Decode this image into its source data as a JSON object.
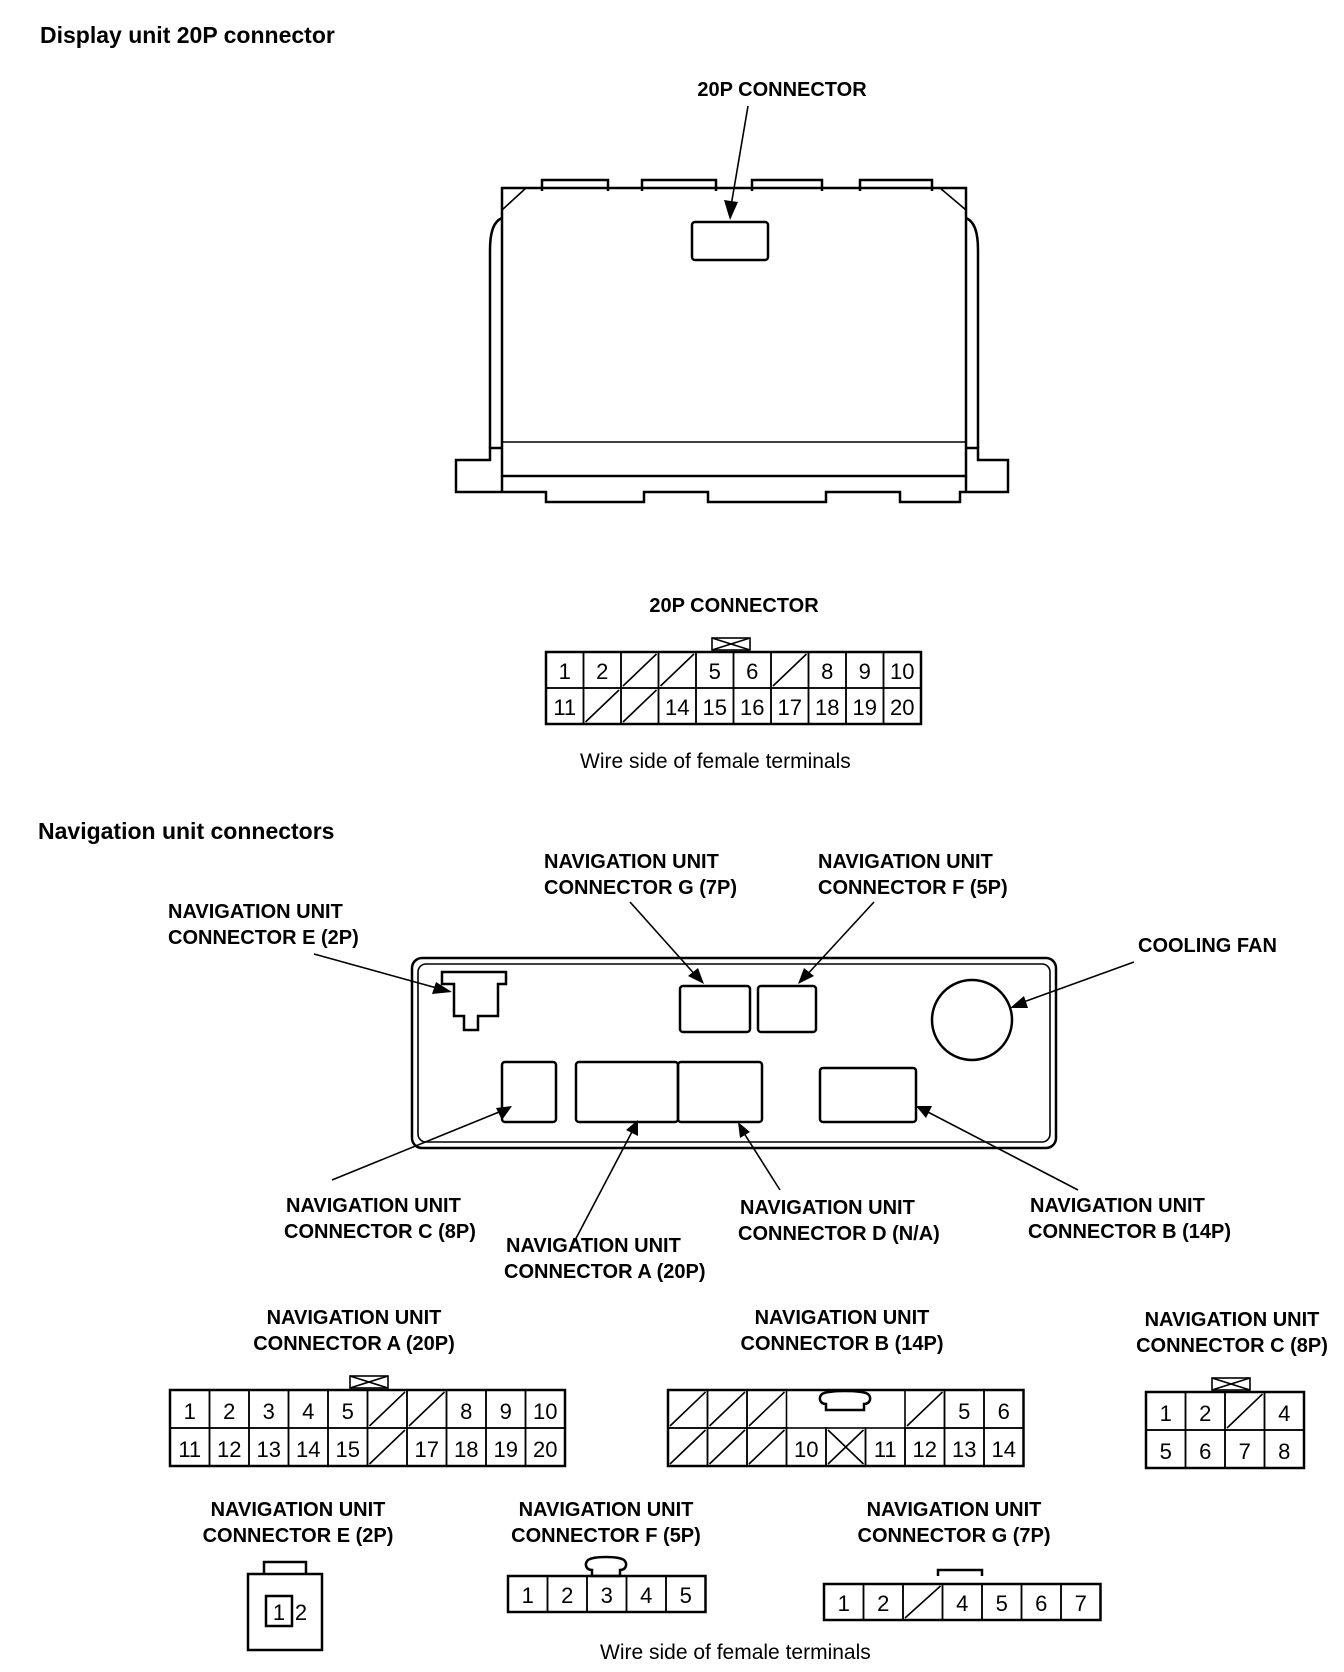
{
  "sections": {
    "display_title": "Display unit 20P connector",
    "nav_title": "Navigation unit connectors"
  },
  "display": {
    "callout_label": "20P CONNECTOR",
    "face_label": "20P CONNECTOR",
    "caption": "Wire side of female terminals",
    "rows": [
      [
        "1",
        "2",
        "/",
        "/",
        "5",
        "6",
        "/",
        "8",
        "9",
        "10"
      ],
      [
        "11",
        "/",
        "/",
        "14",
        "15",
        "16",
        "17",
        "18",
        "19",
        "20"
      ]
    ]
  },
  "nav_unit": {
    "callouts": {
      "e": [
        "NAVIGATION UNIT",
        "CONNECTOR E (2P)"
      ],
      "g": [
        "NAVIGATION UNIT",
        "CONNECTOR G (7P)"
      ],
      "f": [
        "NAVIGATION UNIT",
        "CONNECTOR F (5P)"
      ],
      "fan": [
        "COOLING FAN"
      ],
      "c": [
        "NAVIGATION UNIT",
        "CONNECTOR C (8P)"
      ],
      "a": [
        "NAVIGATION UNIT",
        "CONNECTOR A (20P)"
      ],
      "d": [
        "NAVIGATION UNIT",
        "CONNECTOR D (N/A)"
      ],
      "b": [
        "NAVIGATION UNIT",
        "CONNECTOR B (14P)"
      ]
    }
  },
  "faces": {
    "a": {
      "title": [
        "NAVIGATION UNIT",
        "CONNECTOR A (20P)"
      ],
      "rows": [
        [
          "1",
          "2",
          "3",
          "4",
          "5",
          "/",
          "/",
          "8",
          "9",
          "10"
        ],
        [
          "11",
          "12",
          "13",
          "14",
          "15",
          "/",
          "17",
          "18",
          "19",
          "20"
        ]
      ]
    },
    "b": {
      "title": [
        "NAVIGATION UNIT",
        "CONNECTOR B (14P)"
      ],
      "rows": [
        [
          "/",
          "/",
          "/",
          "",
          "",
          "",
          "/",
          "5",
          "6"
        ],
        [
          "/",
          "/",
          "/",
          "10",
          "X",
          "11",
          "12",
          "13",
          "14"
        ]
      ]
    },
    "c": {
      "title": [
        "NAVIGATION UNIT",
        "CONNECTOR C (8P)"
      ],
      "rows": [
        [
          "1",
          "2",
          "/",
          "4"
        ],
        [
          "5",
          "6",
          "7",
          "8"
        ]
      ]
    },
    "e": {
      "title": [
        "NAVIGATION UNIT",
        "CONNECTOR E (2P)"
      ],
      "pins": [
        "1",
        "2"
      ]
    },
    "f": {
      "title": [
        "NAVIGATION UNIT",
        "CONNECTOR F (5P)"
      ],
      "row": [
        "1",
        "2",
        "3",
        "4",
        "5"
      ]
    },
    "g": {
      "title": [
        "NAVIGATION UNIT",
        "CONNECTOR G (7P)"
      ],
      "row": [
        "1",
        "2",
        "/",
        "4",
        "5",
        "6",
        "7"
      ]
    },
    "caption": "Wire side of female terminals"
  }
}
